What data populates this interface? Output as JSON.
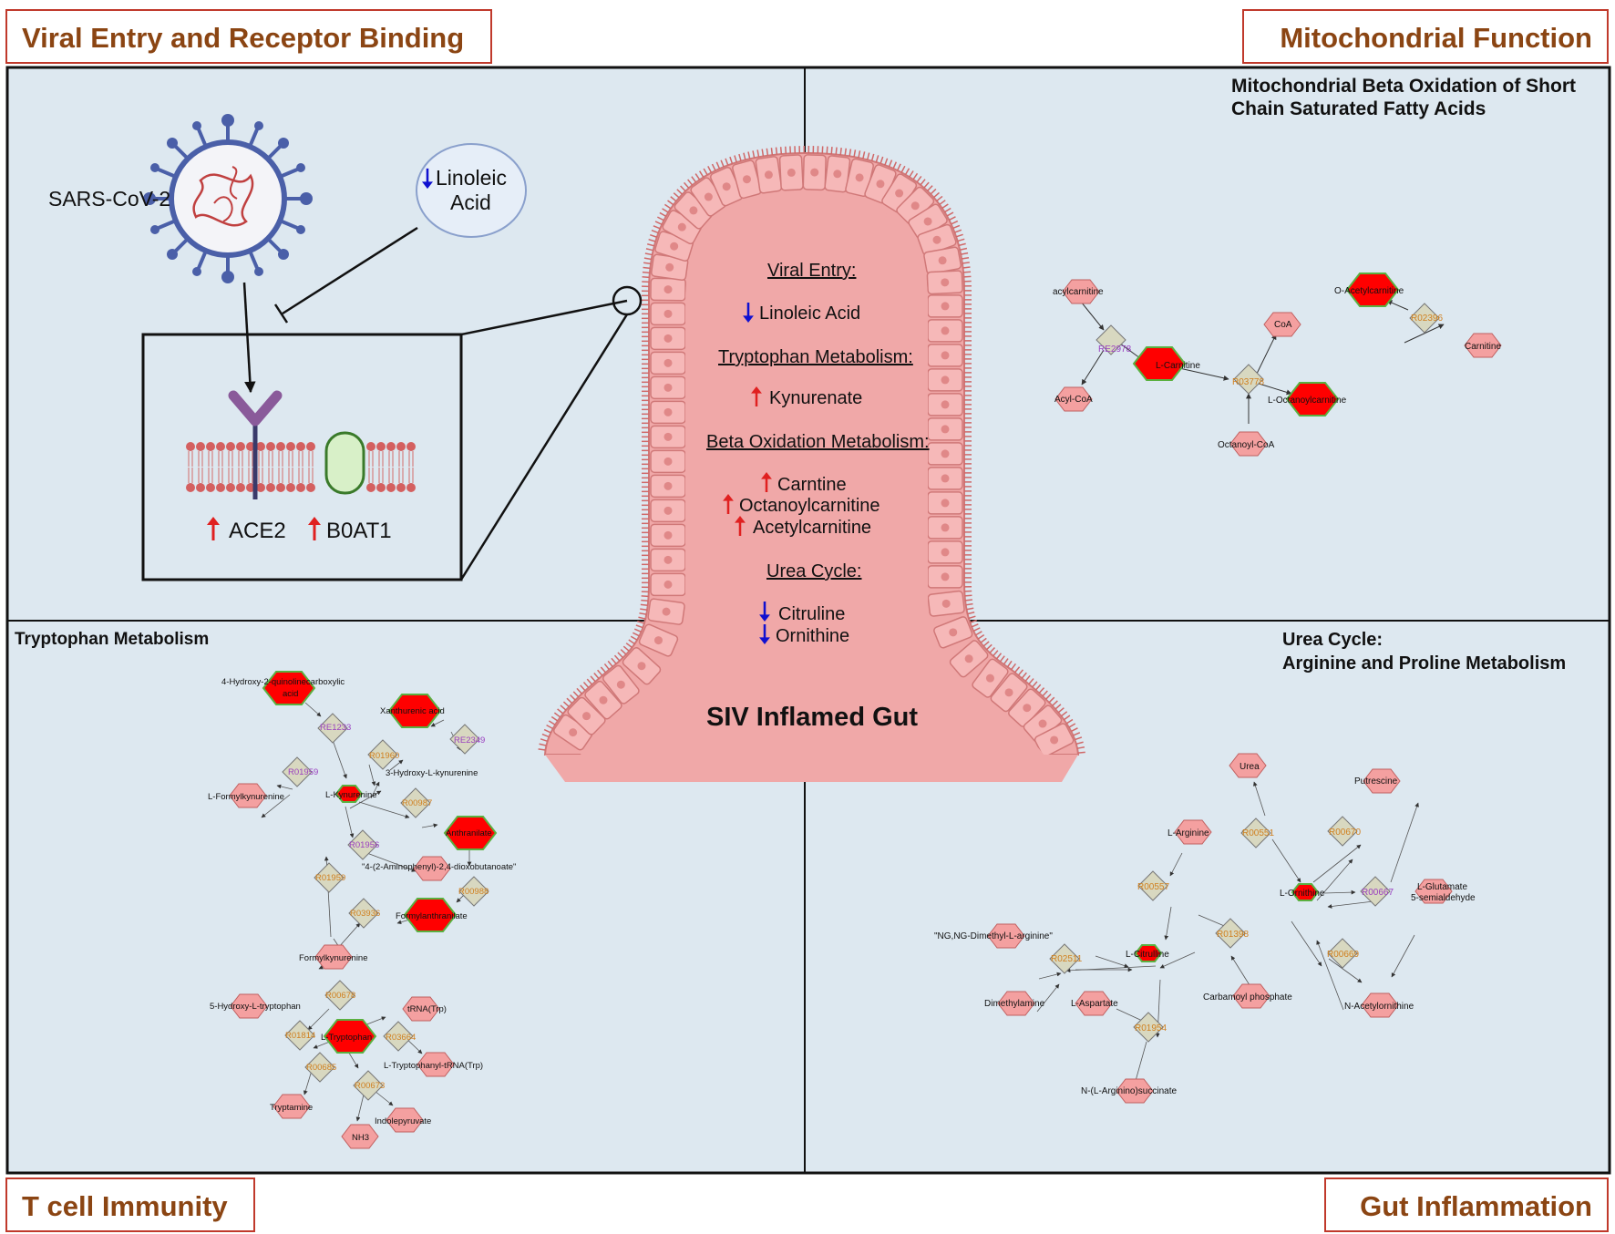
{
  "corners": {
    "top_left": "Viral Entry and Receptor Binding",
    "top_right": "Mitochondrial Function",
    "bottom_left": "T cell Immunity",
    "bottom_right": "Gut Inflammation"
  },
  "viral_panel": {
    "virus_label": "SARS-CoV-2",
    "linoleic_line1": "Linoleic",
    "linoleic_line2": "Acid",
    "ace2": "ACE2",
    "b0at1": "B0AT1"
  },
  "gut": {
    "title": "SIV Inflamed Gut",
    "viral_entry_heading": "Viral Entry:",
    "linoleic": "Linoleic Acid",
    "trp_heading": "Tryptophan Metabolism:",
    "kynurenate": "Kynurenate",
    "beta_heading": "Beta Oxidation Metabolism:",
    "carntine": "Carntine",
    "octanoyl": "Octanoylcarnitine",
    "acetyl": "Acetylcarnitine",
    "urea_heading": "Urea Cycle:",
    "citruline": "Citruline",
    "ornithine": "Ornithine"
  },
  "mito_panel": {
    "title_line1": "Mitochondrial Beta Oxidation of Short",
    "title_line2": "Chain Saturated Fatty Acids",
    "nodes": {
      "acylcarnitine": "acylcarnitine",
      "acylcoa": "Acyl-CoA",
      "re2978": "RE2978",
      "lcarnitine": "L-Carnitine",
      "r03778": "R03778",
      "coa": "CoA",
      "loctanoyl": "L-Octanoylcarnitine",
      "octanoylcoa": "Octanoyl-CoA",
      "oacetyl": "O-Acetylcarnitine",
      "r02396": "R02396",
      "carnitine": "Carnitine"
    }
  },
  "trp_panel": {
    "title": "Tryptophan Metabolism",
    "nodes": {
      "hqc_line1": "4-Hydroxy-2-quinolinecarboxylic",
      "hqc_line2": "acid",
      "re1233": "RE1233",
      "xanth": "Xanthurenic acid",
      "re2349": "RE2349",
      "r01959": "R01959",
      "r01960": "R01960",
      "hk": "3-Hydroxy-L-kynurenine",
      "lfk": "L-Formylkynurenine",
      "lkyn": "L-Kynurenine",
      "r00987": "R00987",
      "anthranilate": "Anthranilate",
      "r01956": "R01956",
      "adb": "\"4-(2-Aminophenyl)-2,4-dioxobutanoate\"",
      "r01959b": "R01959",
      "r00988": "R00988",
      "r03936": "R03936",
      "formylanth": "Formylanthranilate",
      "formylkyn": "Formylkynurenine",
      "r00678": "R00678",
      "htrp": "5-Hydroxy-L-tryptophan",
      "trna": "tRNA(Trp)",
      "r01814": "R01814",
      "ltrp": "L-Tryptophan",
      "r03664": "R03664",
      "ltrna": "L-Tryptophanyl-tRNA(Trp)",
      "r00685": "R00685",
      "r00673": "R00673",
      "tryptamine": "Tryptamine",
      "indolepyruvate": "Indolepyruvate",
      "nh3": "NH3"
    }
  },
  "urea_panel": {
    "title_line1": "Urea Cycle:",
    "title_line2": "Arginine and Proline Metabolism",
    "nodes": {
      "urea": "Urea",
      "putrescine": "Putrescine",
      "larginine": "L-Arginine",
      "r00551": "R00551",
      "r00670": "R00670",
      "r00557": "R00557",
      "lornithine": "L-Ornithine",
      "r00667": "R00667",
      "lglut1": "L-Glutamate",
      "lglut2": "5-semialdehyde",
      "ngng": "\"NG,NG-Dimethyl-L-arginine\"",
      "r02511": "R02511",
      "lcitrulline": "L-Citrulline",
      "r01398": "R01398",
      "r00669": "R00669",
      "dimethylamine": "Dimethylamine",
      "laspartate": "L-Aspartate",
      "carbamoyl": "Carbamoyl phosphate",
      "nacetyl": "N-Acetylornithine",
      "r01954": "R01954",
      "succinate": "N-(L-Arginino)succinate"
    }
  },
  "colors": {
    "panel_bg": "#dde8f0",
    "gut_fill": "#f0a8a8",
    "metabolite_light": "#f4a0a0",
    "metabolite_red": "#ff0000",
    "reaction": "#d8d8c0",
    "arrow_up": "#e02020",
    "arrow_down": "#1010d0",
    "corner_text": "#8b4513"
  }
}
